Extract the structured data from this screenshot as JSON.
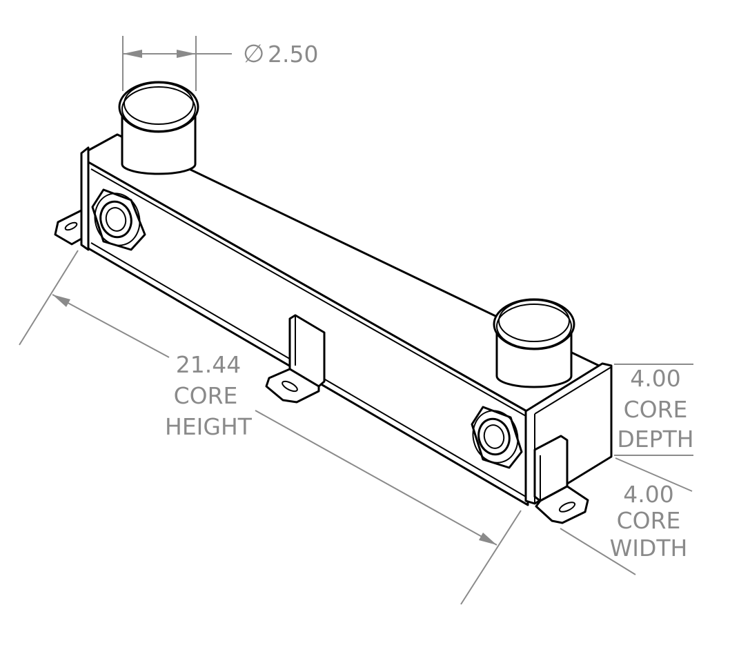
{
  "dimensions": {
    "diameter": {
      "symbol": "∅",
      "value": "2.50"
    },
    "core_height": {
      "value": "21.44",
      "line1": "CORE",
      "line2": "HEIGHT"
    },
    "core_depth": {
      "value": "4.00",
      "line1": "CORE",
      "line2": "DEPTH"
    },
    "core_width": {
      "value": "4.00",
      "line1": "CORE",
      "line2": "WIDTH"
    }
  },
  "colors": {
    "dimension": "#8a8a8a",
    "outline": "#000000",
    "background": "#ffffff"
  }
}
